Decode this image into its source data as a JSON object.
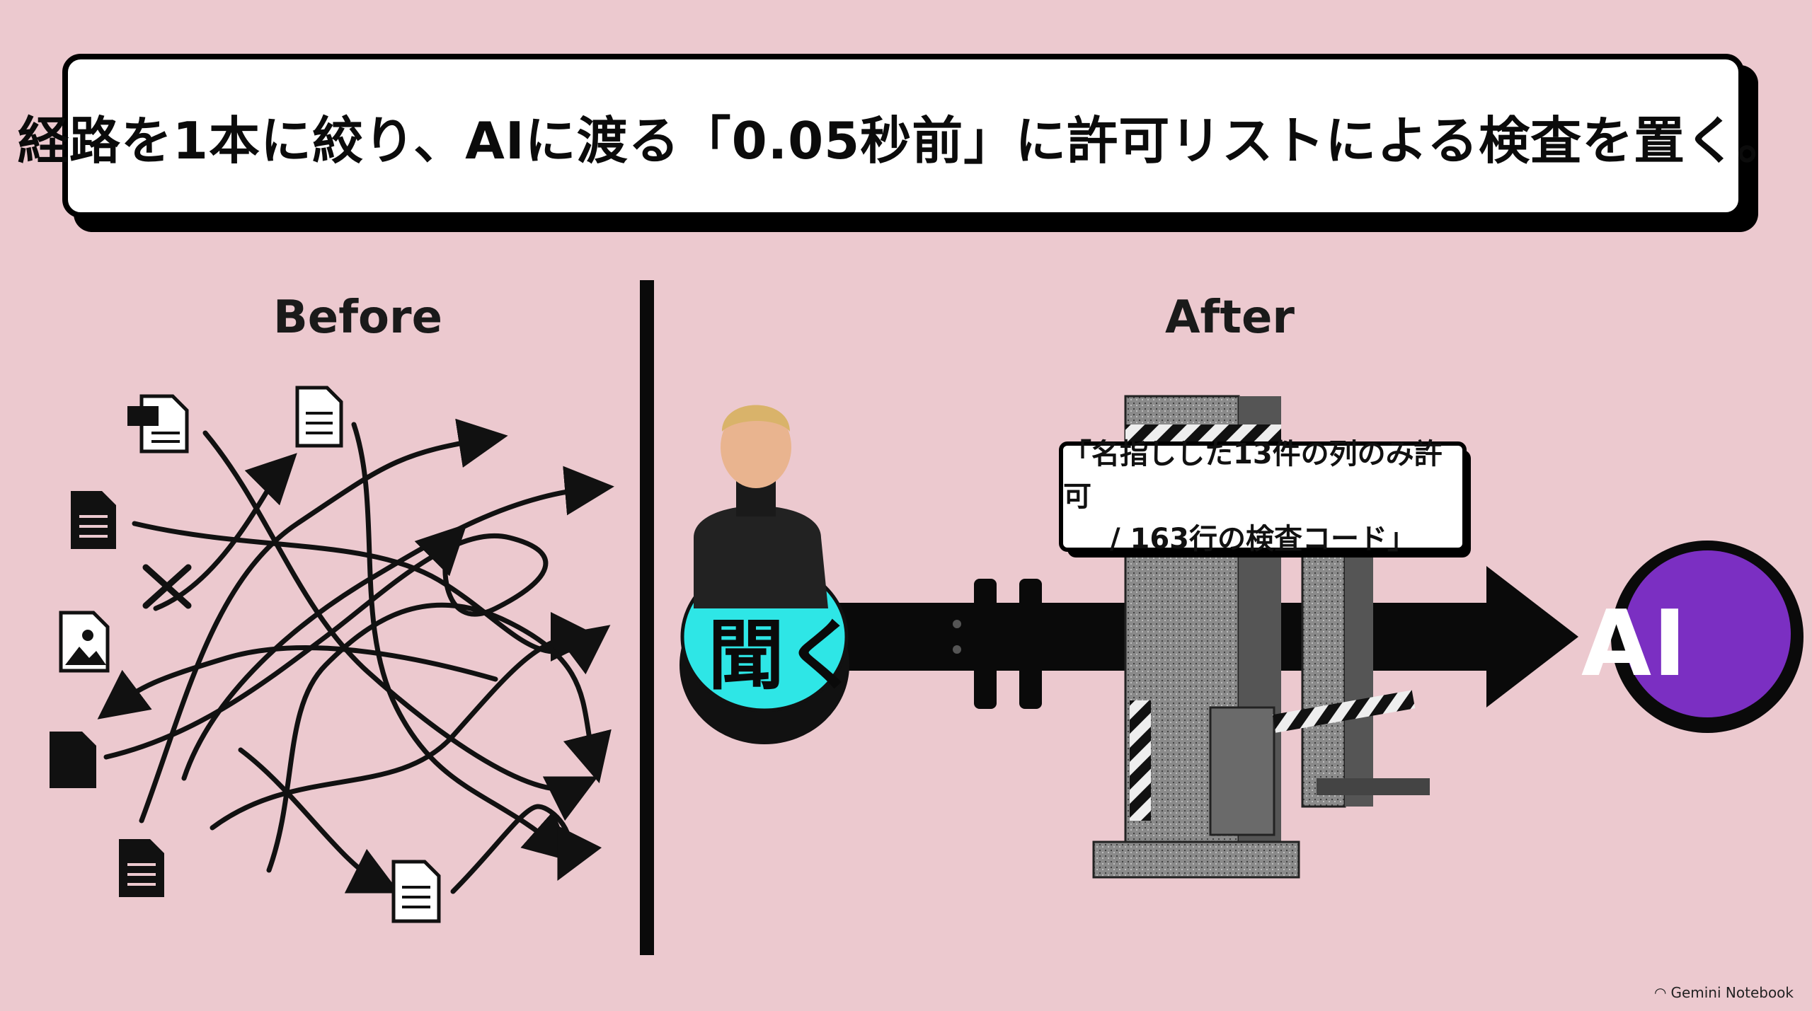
{
  "title": "経路を1本に絞り、AIに渡る「0.05秒前」に許可リストによる検査を置く。",
  "before": {
    "label": "Before",
    "icons": [
      "document-icon",
      "image-icon",
      "close-icon"
    ]
  },
  "after": {
    "label": "After",
    "button_label": "聞く",
    "ai_label": "AI",
    "callout_line1": "「名指しした13件の列のみ許可",
    "callout_line2": "/ 163行の検査コード」"
  },
  "watermark": "Gemini Notebook",
  "colors": {
    "background": "#ecc9cf",
    "button": "#2ee6e6",
    "ai_circle": "#7b2fc2",
    "ink": "#0a0a0a"
  }
}
